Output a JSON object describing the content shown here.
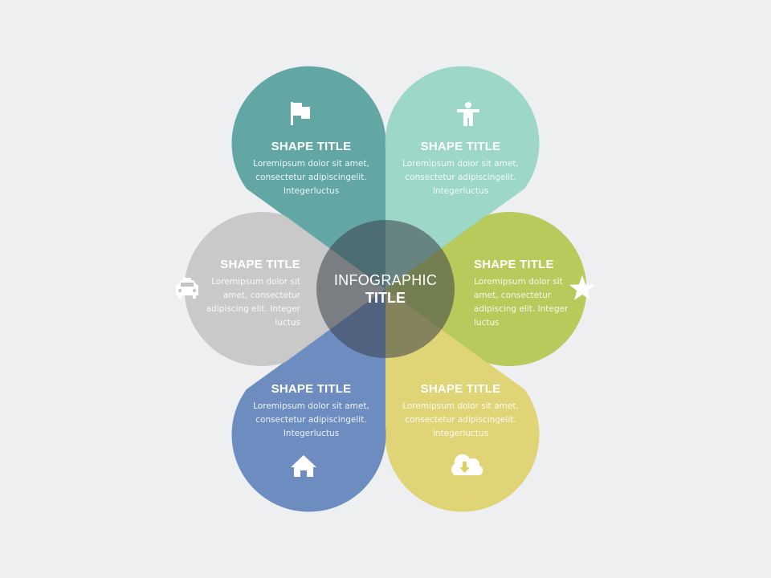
{
  "infographic": {
    "center": {
      "line1": "INFOGRAPHIC",
      "line2": "TITLE"
    },
    "petals": [
      {
        "id": "top-left",
        "title": "SHAPE TITLE",
        "body": "Loremipsum dolor sit amet, consectetur adipiscingelit. Integerluctus",
        "color": "#4a9b97",
        "icon": "flag-icon"
      },
      {
        "id": "top-right",
        "title": "SHAPE TITLE",
        "body": "Loremipsum dolor sit amet, consectetur adipiscingelit. Integerluctus",
        "color": "#8fd3c0",
        "icon": "person-icon"
      },
      {
        "id": "right",
        "title": "SHAPE TITLE",
        "body": "Loremipsum dolor sit amet, consectetur adipiscing elit. Integer luctus",
        "color": "#b1c546",
        "icon": "star-icon"
      },
      {
        "id": "bottom-right",
        "title": "SHAPE TITLE",
        "body": "Loremipsum dolor sit amet, consectetur adipiscingelit. Integerluctus",
        "color": "#ddd064",
        "icon": "cloud-download-icon"
      },
      {
        "id": "bottom-left",
        "title": "SHAPE TITLE",
        "body": "Loremipsum dolor sit amet, consectetur adipiscingelit. Integerluctus",
        "color": "#5b7fba",
        "icon": "home-icon"
      },
      {
        "id": "left",
        "title": "SHAPE TITLE",
        "body": "Loremipsum dolor sit amet, consectetur adipiscing elit. Integer luctus",
        "color": "#c4c4c4",
        "icon": "taxi-icon"
      }
    ],
    "center_color": "#3a4048"
  }
}
